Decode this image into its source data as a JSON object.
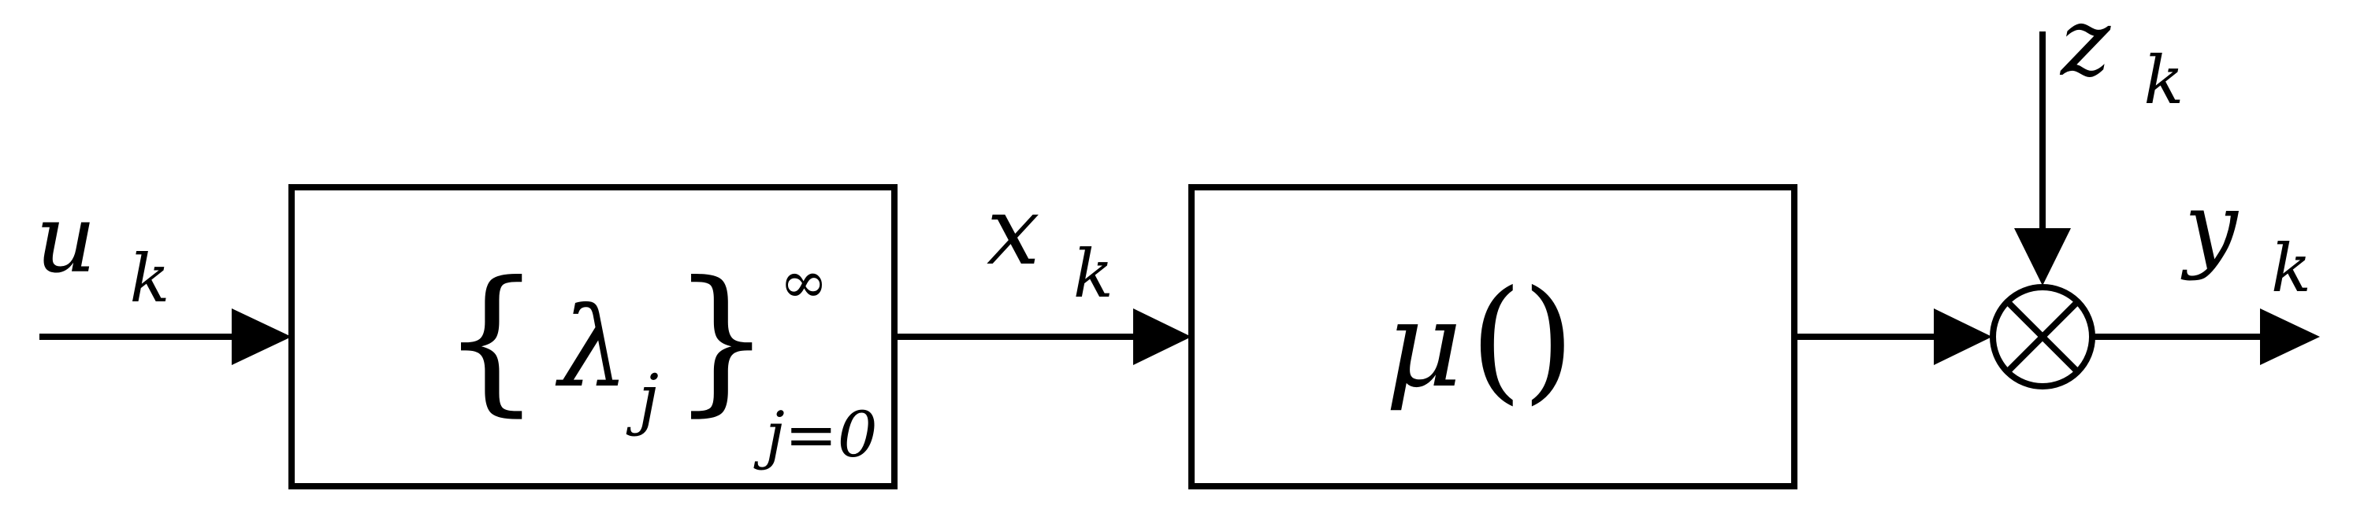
{
  "diagram": {
    "input": {
      "main": "u",
      "sub": "k"
    },
    "block1": {
      "open_brace": "{",
      "lambda": "λ",
      "lambda_sub": "j",
      "close_brace": "}",
      "sup": "∞",
      "sub": "j=0"
    },
    "intermediate": {
      "main": "x",
      "sub": "k"
    },
    "block2": {
      "mu": "μ",
      "parens": "()"
    },
    "noise": {
      "main": "z",
      "sub": "k"
    },
    "output": {
      "main": "y",
      "sub": "k"
    }
  }
}
